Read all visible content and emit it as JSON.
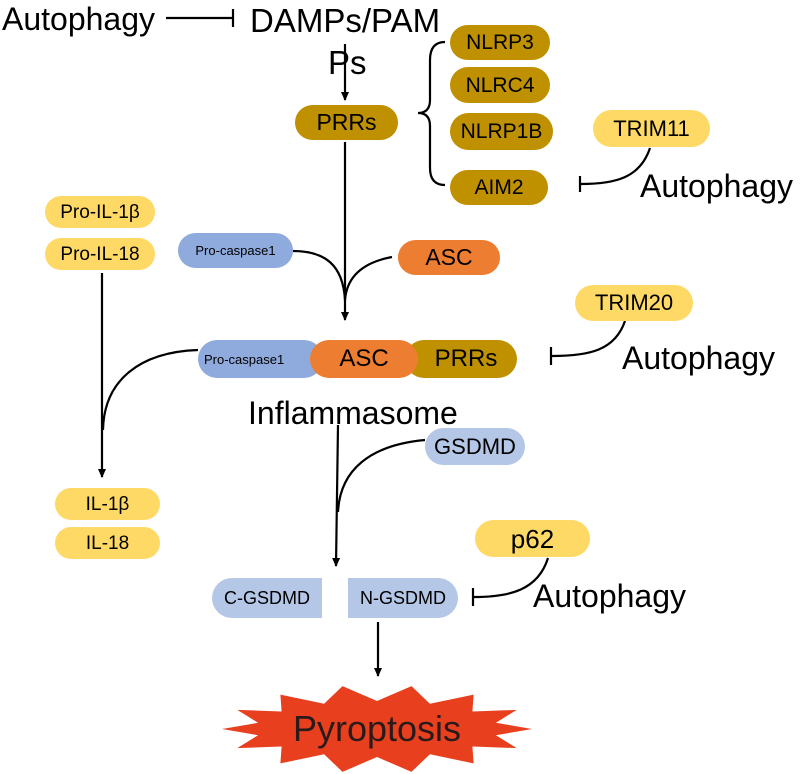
{
  "nodes": {
    "autophagy_top": "Autophagy",
    "damps_line1": "DAMPs/PAM",
    "damps_line2": "Ps",
    "prrs": "PRRs",
    "nlrp3": "NLRP3",
    "nlrc4": "NLRC4",
    "nlrp1b": "NLRP1B",
    "aim2": "AIM2",
    "trim11": "TRIM11",
    "autophagy_aim2": "Autophagy",
    "pro_il1b": "Pro-IL-1β",
    "pro_il18": "Pro-IL-18",
    "pro_caspase1": "Pro-caspase1",
    "asc": "ASC",
    "trim20": "TRIM20",
    "autophagy_inflammasome": "Autophagy",
    "complex_pro_caspase1": "Pro-caspase1",
    "complex_asc": "ASC",
    "complex_prrs": "PRRs",
    "inflammasome": "Inflammasome",
    "gsdmd": "GSDMD",
    "il1b": "IL-1β",
    "il18": "IL-18",
    "p62": "p62",
    "autophagy_ngsdmd": "Autophagy",
    "c_gsdmd": "C-GSDMD",
    "n_gsdmd": "N-GSDMD",
    "pyroptosis": "Pyroptosis"
  },
  "colors": {
    "gold": "#bf9000",
    "yellow": "#ffd966",
    "procaspase": "#8faadc",
    "gsdmd": "#b4c7e7",
    "asc": "#ed7d31",
    "pyroptosis": "#e8401e"
  }
}
